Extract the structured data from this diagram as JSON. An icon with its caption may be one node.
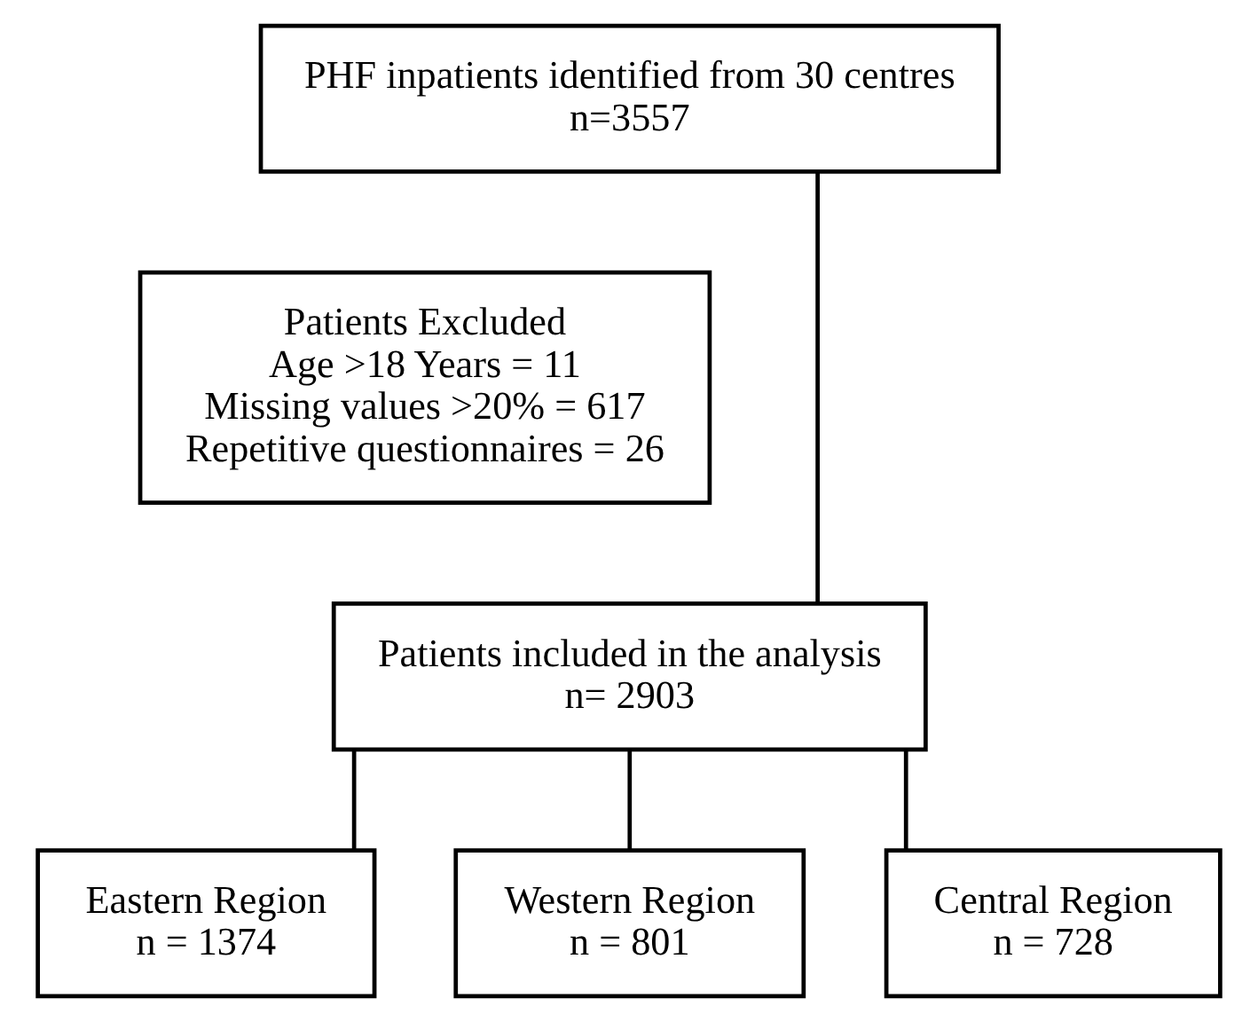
{
  "diagram": {
    "nodes": [
      {
        "text": [
          "PHF inpatients identified from 30 centres",
          "n=3557"
        ]
      },
      {
        "text": [
          "Patients Excluded",
          "Age >18 Years = 11",
          "Missing values >20% = 617",
          "Repetitive questionnaires = 26"
        ]
      },
      {
        "text": [
          "Patients included in the analysis",
          "n= 2903"
        ]
      },
      {
        "text": [
          "Eastern Region",
          "n = 1374"
        ]
      },
      {
        "text": [
          "Western Region",
          "n = 801"
        ]
      },
      {
        "text": [
          "Central Region",
          "n = 728"
        ]
      }
    ],
    "edges": [
      {
        "from": 0,
        "to": 2,
        "arrow": "none"
      },
      {
        "from": 2,
        "to": 3,
        "arrow": "none"
      },
      {
        "from": 2,
        "to": 4,
        "arrow": "none"
      },
      {
        "from": 2,
        "to": 5,
        "arrow": "none"
      }
    ]
  }
}
